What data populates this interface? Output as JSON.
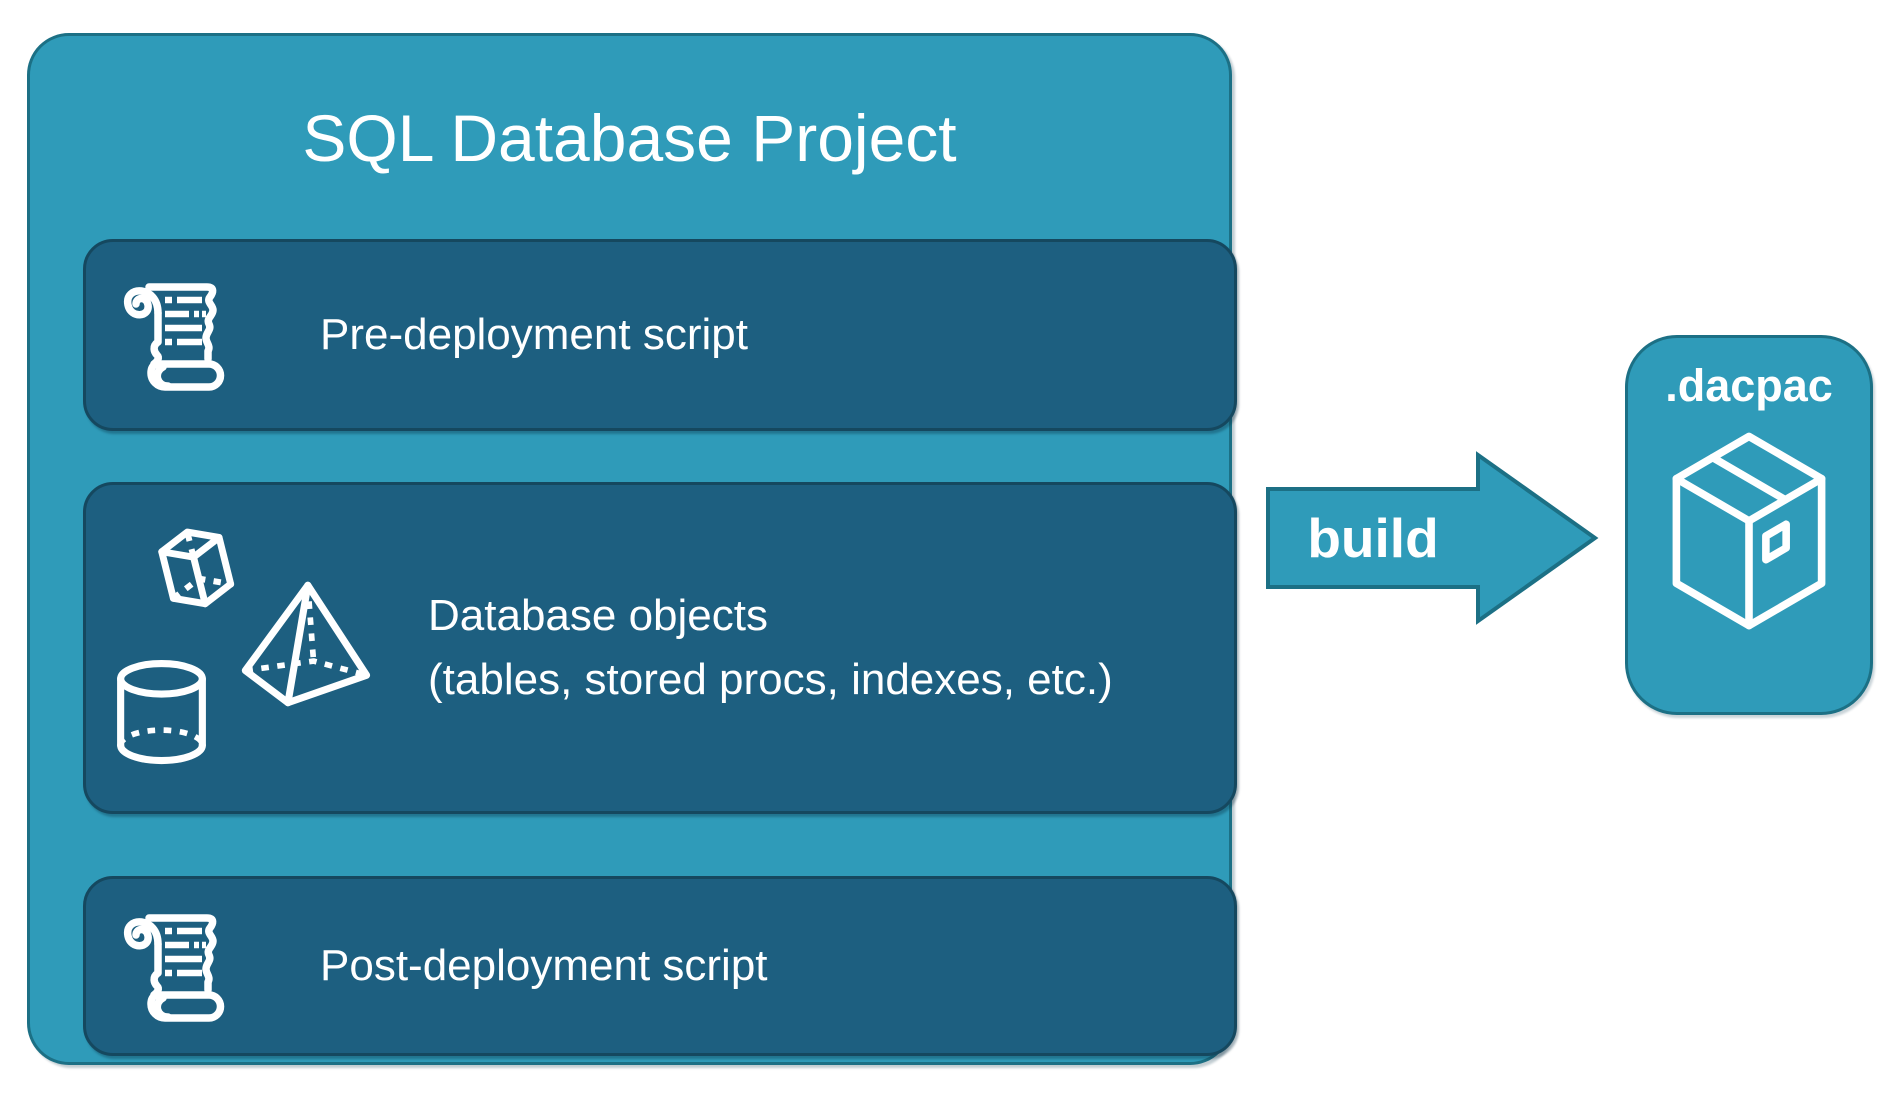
{
  "project": {
    "title": "SQL Database Project",
    "pre_deployment": {
      "label": "Pre-deployment script",
      "icon": "scroll-icon"
    },
    "database_objects": {
      "line1": "Database objects",
      "line2": "(tables, stored procs, indexes, etc.)",
      "icons": [
        "cube-icon",
        "pyramid-icon",
        "cylinder-icon"
      ]
    },
    "post_deployment": {
      "label": "Post-deployment script",
      "icon": "scroll-icon"
    }
  },
  "build_arrow": {
    "label": "build",
    "direction": "right"
  },
  "dacpac": {
    "label": ".dacpac",
    "icon": "package-icon"
  },
  "colors": {
    "teal_fill": "#2F9BB9",
    "teal_border": "#1C7085",
    "panel_fill": "#1D5F80",
    "panel_border": "#15485F",
    "text": "#FFFFFF",
    "background": "#FFFFFF"
  }
}
